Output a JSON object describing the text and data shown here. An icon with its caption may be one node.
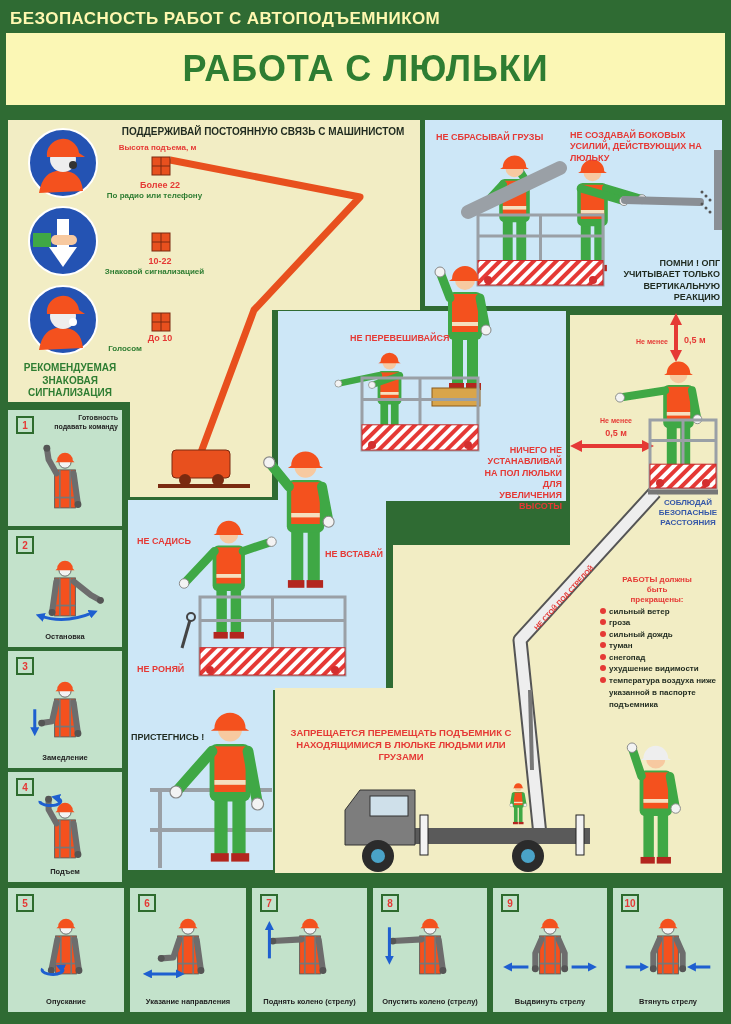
{
  "diagram": {
    "title": "РАБОТА С ЛЮЛЬКИ",
    "nodes": [
      {
        "text": [
          "1",
          "Готовность подавать команду"
        ]
      },
      {
        "text": [
          "2",
          "Остановка"
        ]
      },
      {
        "text": [
          "3",
          "Замедление"
        ]
      },
      {
        "text": [
          "4",
          "Подъем"
        ]
      },
      {
        "text": [
          "5",
          "Опускание"
        ]
      },
      {
        "text": [
          "6",
          "Указание направления"
        ]
      },
      {
        "text": [
          "7",
          "Поднять колено (стрелу)"
        ]
      },
      {
        "text": [
          "8",
          "Опустить колено (стрелу)"
        ]
      },
      {
        "text": [
          "9",
          "Выдвинуть стрелу"
        ]
      },
      {
        "text": [
          "10",
          "Втянуть стрелу"
        ]
      }
    ],
    "labels": [
      "БЕЗОПАСНОСТЬ РАБОТ С АВТОПОДЪЕМНИКОМ",
      "ПОДДЕРЖИВАЙ ПОСТОЯННУЮ СВЯЗЬ С МАШИНИСТОМ",
      "Высота подъема, м",
      "Более 22",
      "По радио или телефону",
      "10-22",
      "Знаковой сигнализацией",
      "До 10",
      "Голосом",
      "РЕКОМЕНДУЕМАЯ ЗНАКОВАЯ СИГНАЛИЗАЦИЯ",
      "НЕ СБРАСЫВАЙ ГРУЗЫ",
      "НЕ СОЗДАВАЙ БОКОВЫХ УСИЛИЙ, ДЕЙСТВУЮЩИХ НА ЛЮЛЬКУ",
      "ПОМНИ ! ОПГ УЧИТЫВАЕТ ТОЛЬКО ВЕРТИКАЛЬНУЮ РЕАКЦИЮ",
      "НЕ ПЕРЕВЕШИВАЙСЯ",
      "НИЧЕГО НЕ УСТАНАВЛИВАЙ НА ПОЛ ЛЮЛЬКИ ДЛЯ УВЕЛИЧЕНИЯ ВЫСОТЫ",
      "Не менее",
      "0,5 м",
      "Не менее",
      "0,5 м",
      "СОБЛЮДАЙ БЕЗОПАСНЫЕ РАССТОЯНИЯ",
      "НЕ СТОЙ ПОД СТРЕЛОЙ",
      "РАБОТЫ должны быть прекращены:",
      "сильный ветер",
      "гроза",
      "сильный дождь",
      "туман",
      "снегопад",
      "ухудшение видимости",
      "температура воздуха ниже указанной в паспорте подъемника",
      "НЕ САДИСЬ",
      "НЕ ВСТАВАЙ",
      "НЕ РОНЯЙ",
      "ПРИСТЕГНИСЬ !",
      "ЗАПРЕЩАЕТСЯ ПЕРЕМЕЩАТЬ ПОДЪЕМНИК С НАХОДЯЩИМИСЯ В ЛЮЛЬКЕ ЛЮДЬМИ ИЛИ ГРУЗАМИ"
    ]
  }
}
